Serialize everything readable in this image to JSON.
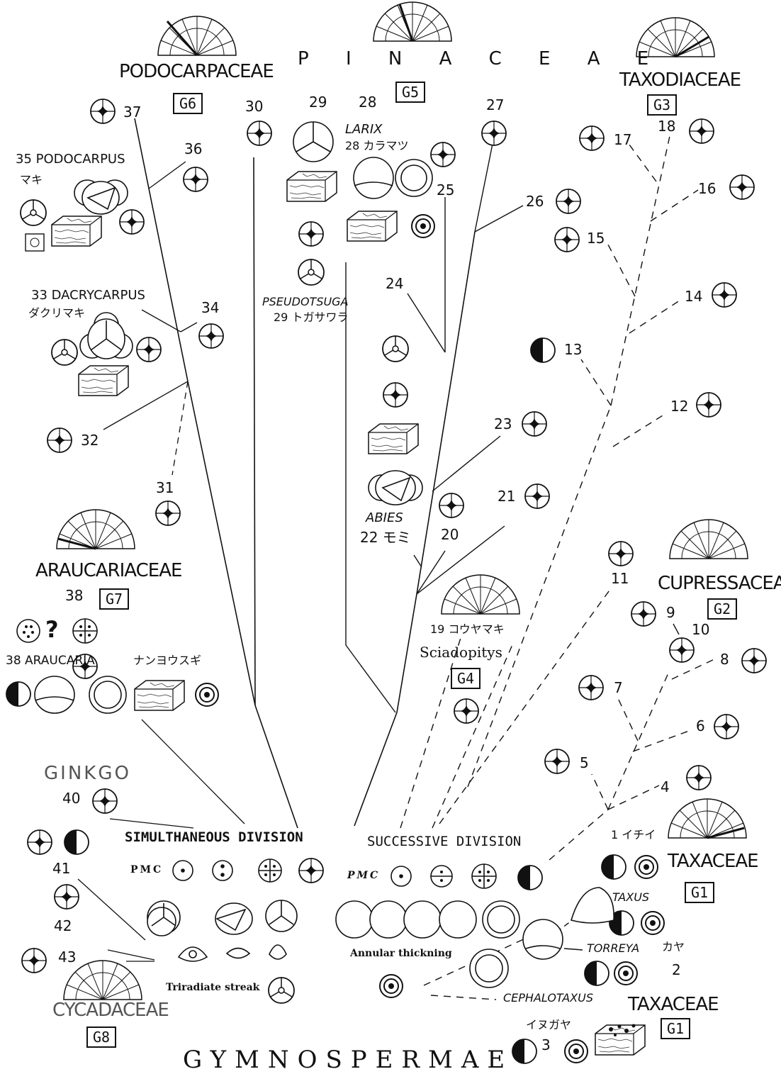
{
  "families": {
    "podocarpaceae": "PODOCARPACEAE",
    "pinaceae": "P I N A C E A E",
    "taxodiaceae": "TAXODIACEAE",
    "araucariaceae": "ARAUCARIACEAE",
    "cupressaceae": "CUPRESSACEAE",
    "taxaceae_1": "TAXACEAE",
    "taxaceae_2": "TAXACEAE",
    "cycadaceae": "CYCADACEAE",
    "ginkgo": "GINKGO"
  },
  "groups": {
    "g1a": "G1",
    "g1b": "G1",
    "g2": "G2",
    "g3": "G3",
    "g4": "G4",
    "g5": "G5",
    "g6": "G6",
    "g7": "G7",
    "g8": "G8"
  },
  "genera": {
    "podocarpus": "35 PODOCARPUS",
    "podocarpus_jp": "マキ",
    "dacrycarpus": "33 DACRYCARPUS",
    "dacrycarpus_jp": "ダクリマキ",
    "larix": "LARIX",
    "larix_jp": "28 カラマツ",
    "pseudotsuga": "PSEUDOTSUGA",
    "pseudotsuga_jp": "29 トガサワラ",
    "abies": "ABIES",
    "abies_jp": "22 モミ",
    "sciadopitys_jp": "19 コウヤマキ",
    "sciadopitys": "Sciadopitys",
    "araucaria": "38 ARAUCARIA",
    "araucaria_jp": "ナンヨウスギ",
    "taxus": "TAXUS",
    "taxus_jp": "1 イチイ",
    "torreya": "TORREYA",
    "torreya_jp": "カヤ",
    "cephalotaxus": "CEPHALOTAXUS",
    "cephalotaxus_jp": "イヌガヤ"
  },
  "numbers": {
    "n2": "2",
    "n3": "3",
    "n4": "4",
    "n5": "5",
    "n6": "6",
    "n7": "7",
    "n8": "8",
    "n9": "9",
    "n10": "10",
    "n11": "11",
    "n12": "12",
    "n13": "13",
    "n14": "14",
    "n15": "15",
    "n16": "16",
    "n17": "17",
    "n18": "18",
    "n20": "20",
    "n21": "21",
    "n23": "23",
    "n24": "24",
    "n25": "25",
    "n26": "26",
    "n27": "27",
    "n28": "28",
    "n29": "29",
    "n30": "30",
    "n31": "31",
    "n32": "32",
    "n34": "34",
    "n36": "36",
    "n37": "37",
    "n38": "38",
    "n40": "40",
    "n41": "41",
    "n42": "42",
    "n43": "43"
  },
  "division": {
    "simultaneous": "SIMULTHANEOUS DIVISION",
    "successive": "SUCCESSIVE DIVISION",
    "pmc_left": "PMC",
    "pmc_right": "PMC",
    "annular": "Annular thickning",
    "triradiate": "Triradiate streak"
  },
  "question_mark": "?",
  "title": "GYMNOSPERMAE"
}
